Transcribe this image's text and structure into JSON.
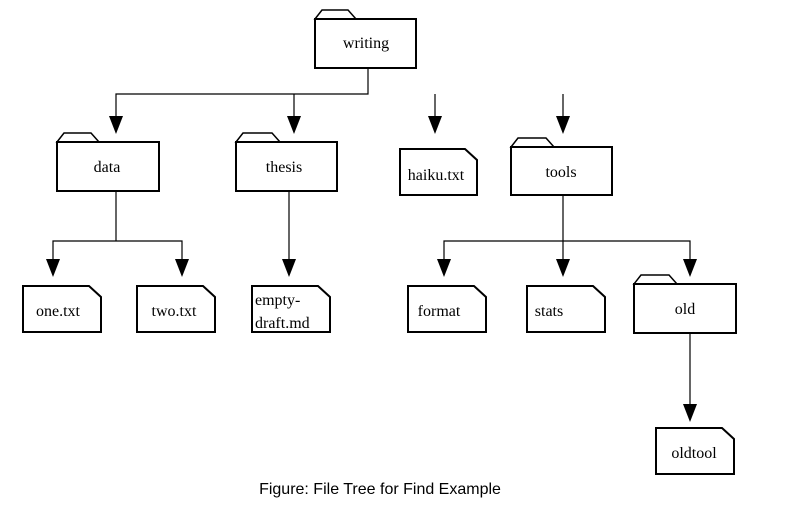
{
  "nodes": {
    "writing": {
      "label": "writing",
      "kind": "folder"
    },
    "data": {
      "label": "data",
      "kind": "folder"
    },
    "thesis": {
      "label": "thesis",
      "kind": "folder"
    },
    "haiku": {
      "label": "haiku.txt",
      "kind": "file"
    },
    "tools": {
      "label": "tools",
      "kind": "folder"
    },
    "one": {
      "label": "one.txt",
      "kind": "file"
    },
    "two": {
      "label": "two.txt",
      "kind": "file"
    },
    "empty_draft": {
      "label_line1": "empty-",
      "label_line2": "draft.md",
      "kind": "file"
    },
    "format": {
      "label": "format",
      "kind": "file"
    },
    "stats": {
      "label": "stats",
      "kind": "file"
    },
    "old": {
      "label": "old",
      "kind": "folder"
    },
    "oldtool": {
      "label": "oldtool",
      "kind": "file"
    }
  },
  "caption": "Figure: File Tree for Find Example"
}
